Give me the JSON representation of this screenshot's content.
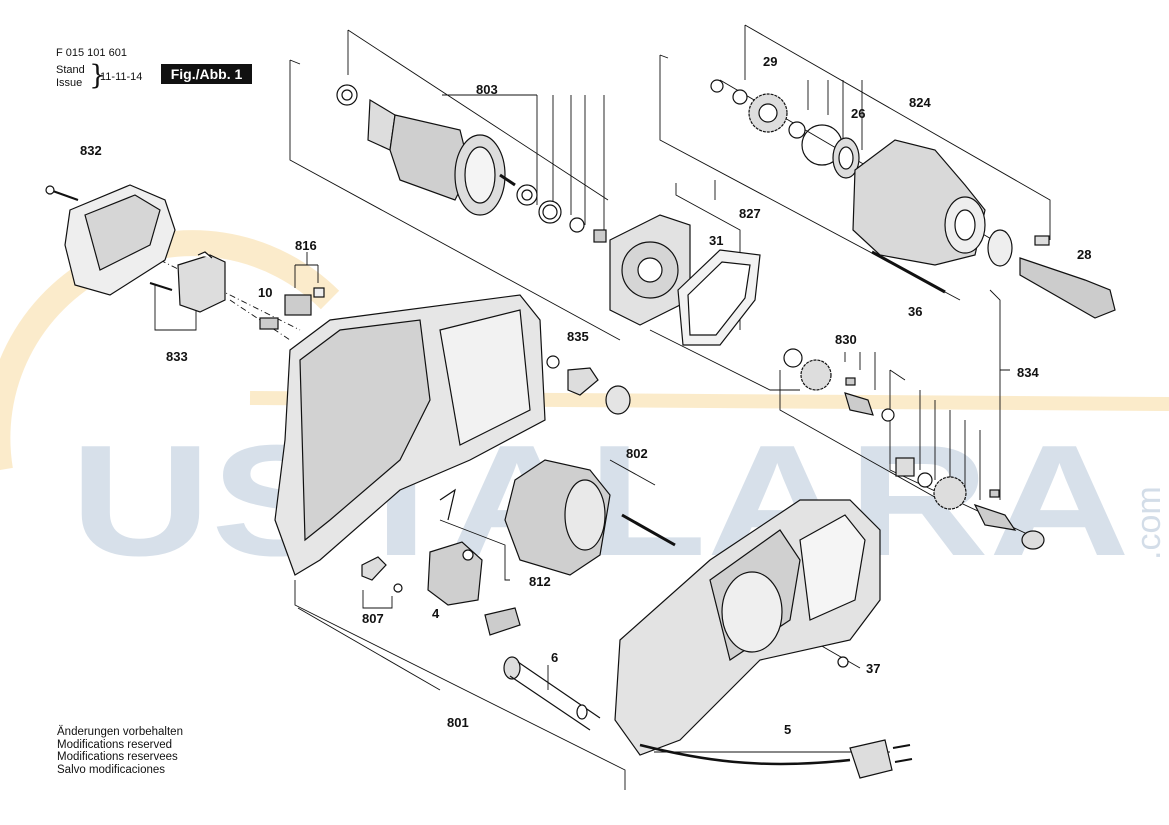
{
  "header": {
    "doc_number": "F 015 101 601",
    "stand": "Stand",
    "issue": "Issue",
    "date": "11-11-14",
    "figure": "Fig./Abb. 1"
  },
  "notes": [
    "Änderungen vorbehalten",
    "Modifications reserved",
    "Modifications reservees",
    "Salvo modificaciones"
  ],
  "watermark": {
    "text": "USTALARA",
    "suffix": ".com"
  },
  "callouts": {
    "p803": "803",
    "p29": "29",
    "p26": "26",
    "p824": "824",
    "p832": "832",
    "p827": "827",
    "p31": "31",
    "p816": "816",
    "p28": "28",
    "p10": "10",
    "p36": "36",
    "p833": "833",
    "p835": "835",
    "p830": "830",
    "p834": "834",
    "p802": "802",
    "p812": "812",
    "p807": "807",
    "p4": "4",
    "p6": "6",
    "p37": "37",
    "p801": "801",
    "p5": "5"
  },
  "colors": {
    "ink": "#111111",
    "watermark_blue": "#b7c8da",
    "watermark_orange": "#f4c76b"
  }
}
